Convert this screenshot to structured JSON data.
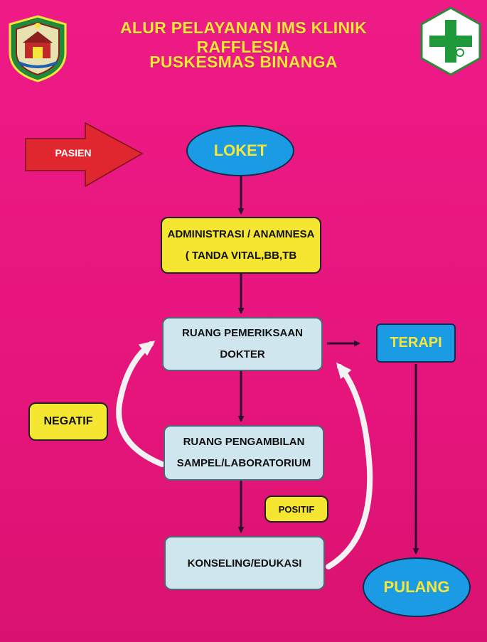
{
  "header": {
    "title_line1": "ALUR PELAYANAN IMS KLINIK RAFFLESIA",
    "title_line2": "PUSKESMAS BINANGA",
    "left_logo": "regional-crest-icon",
    "right_logo": "puskesmas-cross-icon"
  },
  "nodes": {
    "pasien": "PASIEN",
    "loket": "LOKET",
    "admin_line1": "ADMINISTRASI / ANAMNESA",
    "admin_line2": "( TANDA VITAL,BB,TB",
    "ruang_line1": "RUANG PEMERIKSAAN",
    "ruang_line2": "DOKTER",
    "lab_line1": "RUANG PENGAMBILAN",
    "lab_line2": "SAMPEL/LABORATORIUM",
    "konseling": "KONSELING/EDUKASI",
    "terapi": "TERAPI",
    "pulang": "PULANG",
    "negatif": "NEGATIF",
    "positif": "POSITIF"
  },
  "colors": {
    "background": "#e8157f",
    "title": "#f6e63a",
    "ellipse_fill": "#1b9be3",
    "yellow_box": "#f5e631",
    "blue_box": "#cfe6ee",
    "pasien_arrow": "#e0262f",
    "arrow": "#2a1230",
    "curved_arrow": "#f2f2f2"
  }
}
